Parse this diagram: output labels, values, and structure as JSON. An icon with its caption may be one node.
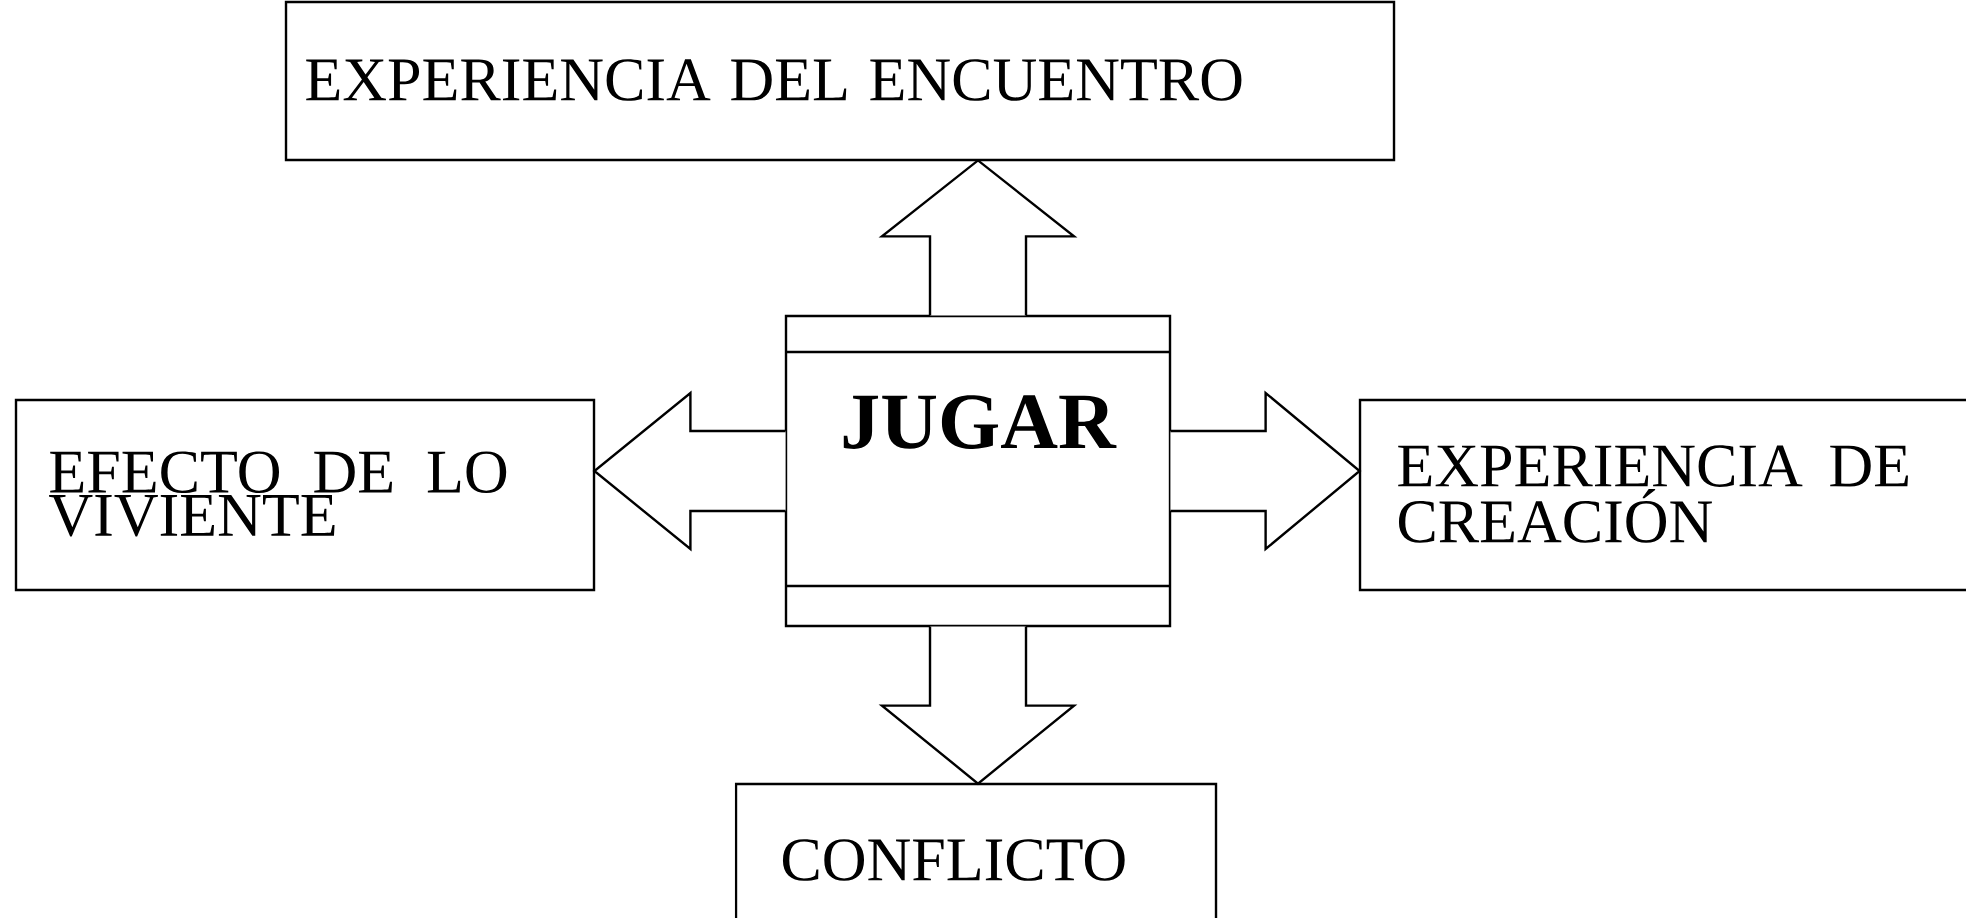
{
  "diagram": {
    "nodes": [
      {
        "text": [
          "EXPERIENCIA DEL ENCUENTRO"
        ]
      },
      {
        "text": [
          "JUGAR"
        ]
      },
      {
        "text": [
          "EFECTO DE LO VIVIENTE"
        ]
      },
      {
        "text": [
          "EXPERIENCIA DE CREACIÓN"
        ]
      },
      {
        "text": [
          "CONFLICTO"
        ]
      }
    ],
    "edges": [
      {
        "from": 1,
        "to": 0,
        "arrow": "to"
      },
      {
        "from": 1,
        "to": 2,
        "arrow": "to"
      },
      {
        "from": 1,
        "to": 3,
        "arrow": "to"
      },
      {
        "from": 1,
        "to": 4,
        "arrow": "to"
      }
    ]
  }
}
